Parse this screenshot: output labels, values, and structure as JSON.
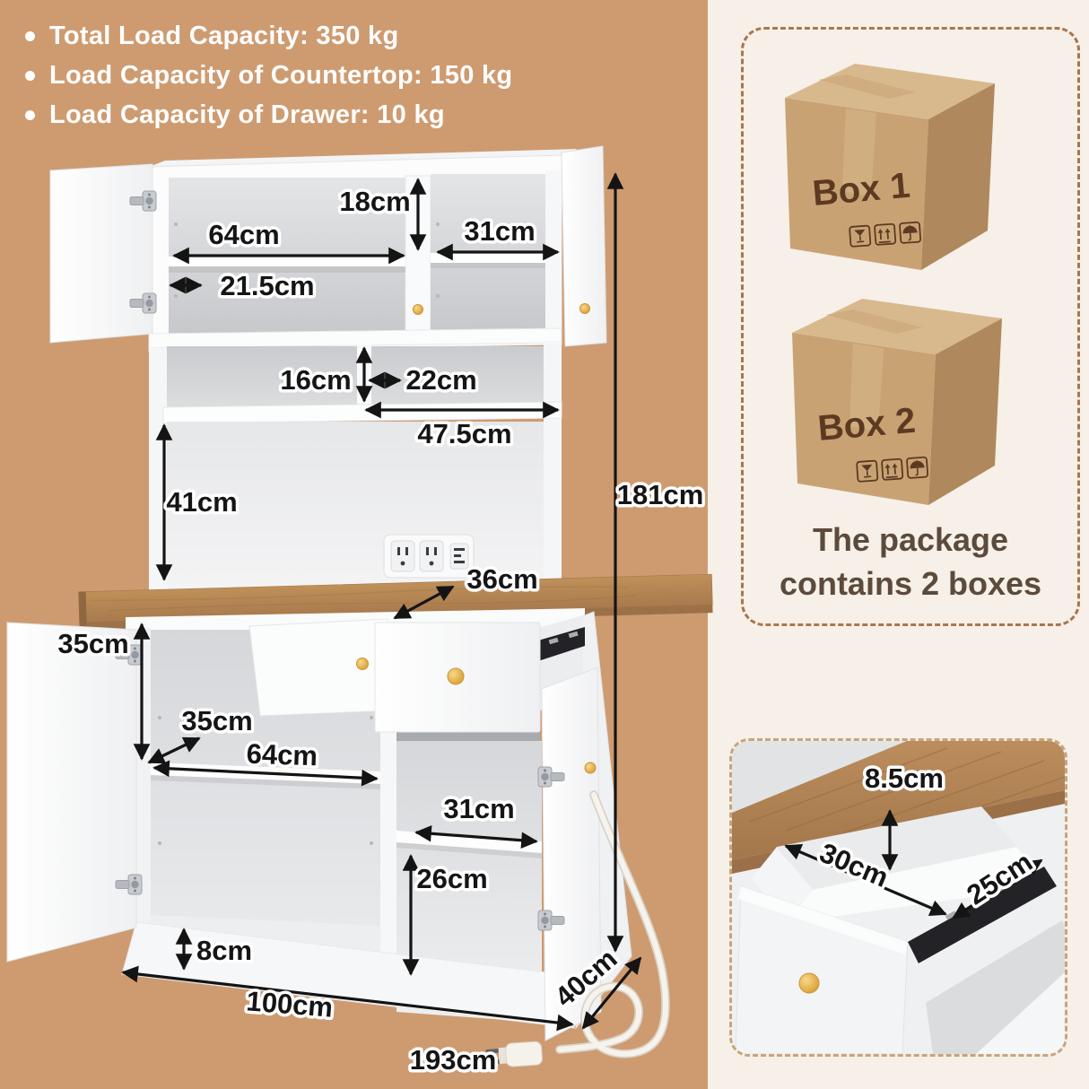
{
  "colors": {
    "background_tan": "#CE9B70",
    "panel_cream": "#F6F0E8",
    "dash_brown": "#A9764E",
    "dash_light": "#C9A478",
    "accent_gold": "#E8B64F",
    "wood": "#B5885A",
    "label_ink": "#151515",
    "note_brown": "#5C4B3C",
    "box_text_brown": "#5C3A22"
  },
  "specs": {
    "items": [
      "Total Load Capacity: 350 kg",
      "Load Capacity of Countertop: 150 kg",
      "Load Capacity of Drawer: 10 kg"
    ]
  },
  "cabinet_dims": {
    "hutch_shelf_height": "18cm",
    "hutch_width": "64cm",
    "hutch_right_width": "31cm",
    "door_shelf_gap": "21.5cm",
    "cubby_height": "16cm",
    "cubby_depth": "22cm",
    "cubby_width": "47.5cm",
    "hutch_opening_height": "41cm",
    "total_height": "181cm",
    "countertop_depth": "36cm",
    "lower_left_height": "35cm",
    "lower_depth": "35cm",
    "lower_width": "64cm",
    "lower_right_width": "31cm",
    "lower_right_height": "26cm",
    "base_height": "8cm",
    "cabinet_width": "100cm",
    "cabinet_depth": "40cm",
    "cord_length": "193cm"
  },
  "package": {
    "box1_label": "Box 1",
    "box2_label": "Box 2",
    "note_line1": "The package",
    "note_line2": "contains 2 boxes"
  },
  "drawer_detail": {
    "inner_height": "8.5cm",
    "inner_width": "30cm",
    "inner_depth": "25cm"
  }
}
